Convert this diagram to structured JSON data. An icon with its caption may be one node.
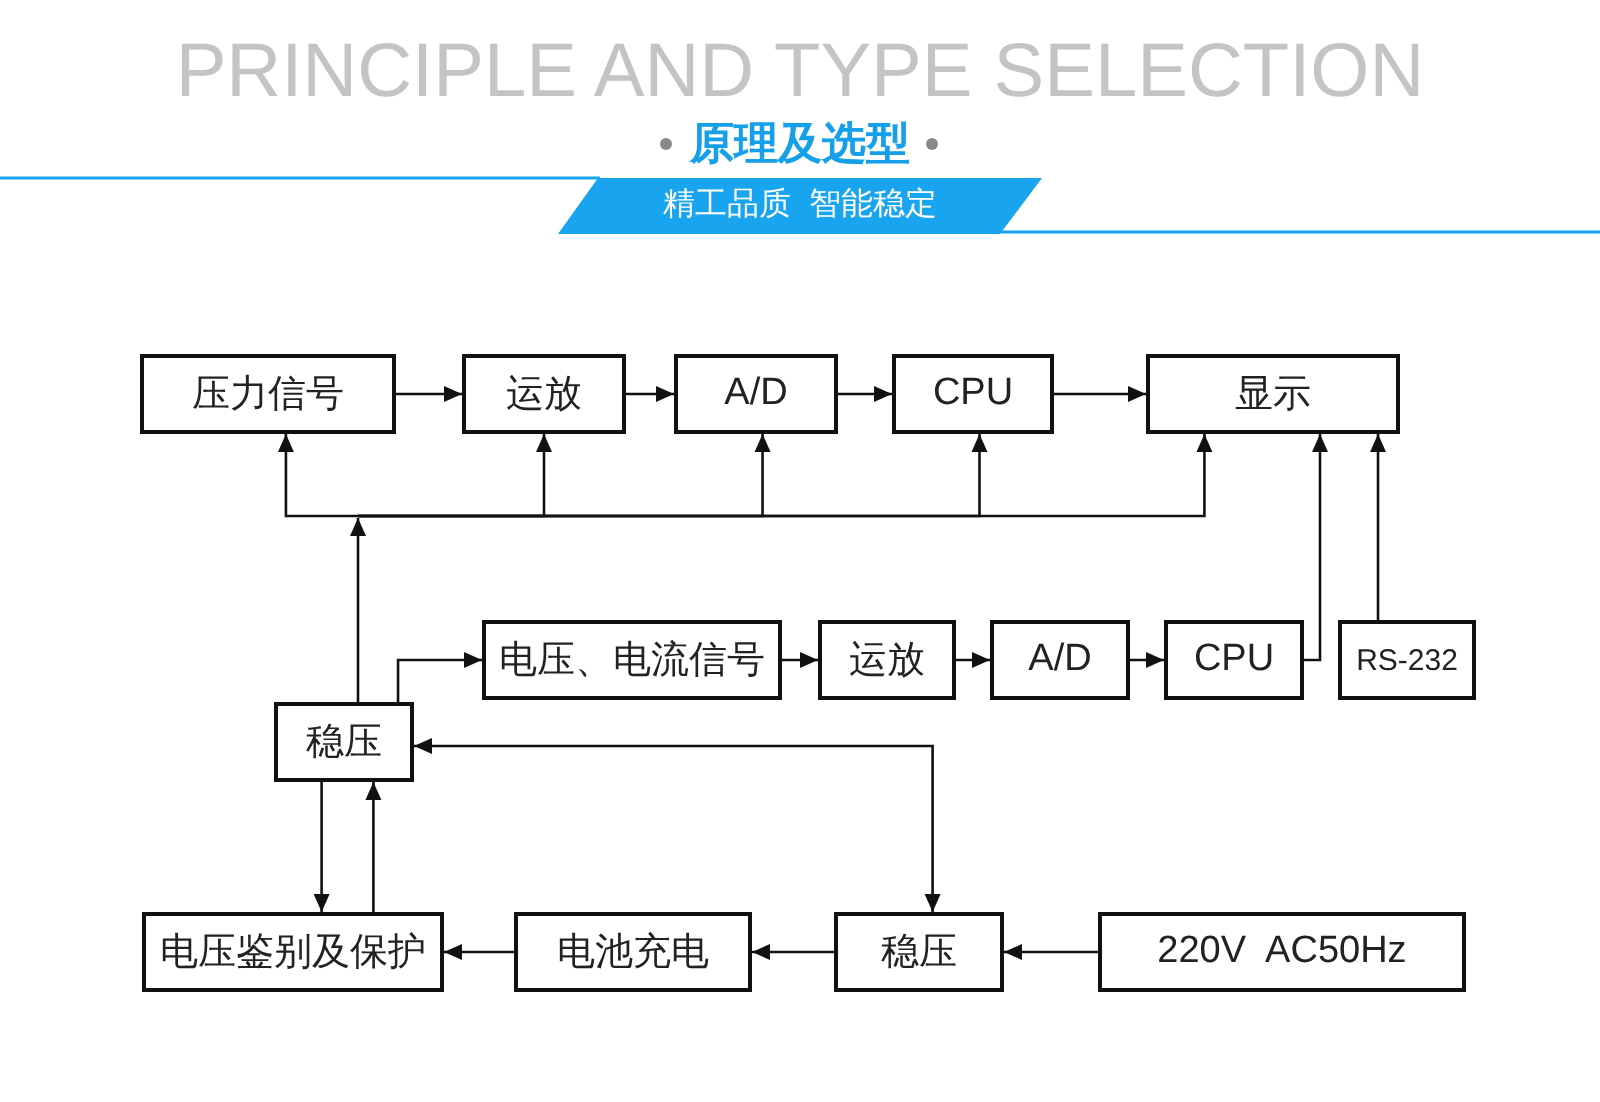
{
  "diagram": {
    "title": "PRINCIPLE AND TYPE SELECTION",
    "nodes": [
      {
        "text": [
          "压力信号"
        ]
      },
      {
        "text": [
          "运放"
        ]
      },
      {
        "text": [
          "A/D"
        ]
      },
      {
        "text": [
          "CPU"
        ]
      },
      {
        "text": [
          "显示"
        ]
      },
      {
        "text": [
          "电压、电流信号"
        ]
      },
      {
        "text": [
          "运放"
        ]
      },
      {
        "text": [
          "A/D"
        ]
      },
      {
        "text": [
          "CPU"
        ]
      },
      {
        "text": [
          "RS-232"
        ]
      },
      {
        "text": [
          "稳压"
        ]
      },
      {
        "text": [
          "电压鉴别及保护"
        ]
      },
      {
        "text": [
          "电池充电"
        ]
      },
      {
        "text": [
          "稳压"
        ]
      },
      {
        "text": [
          "220V  AC50Hz"
        ]
      }
    ],
    "edges": [
      {
        "from": 0,
        "to": 1,
        "arrow": "to"
      },
      {
        "from": 1,
        "to": 2,
        "arrow": "to"
      },
      {
        "from": 2,
        "to": 3,
        "arrow": "to"
      },
      {
        "from": 3,
        "to": 4,
        "arrow": "to"
      },
      {
        "from": 10,
        "to": 0,
        "arrow": "to"
      },
      {
        "from": 10,
        "to": 1,
        "arrow": "to"
      },
      {
        "from": 10,
        "to": 2,
        "arrow": "to"
      },
      {
        "from": 10,
        "to": 3,
        "arrow": "to"
      },
      {
        "from": 10,
        "to": 4,
        "arrow": "to"
      },
      {
        "from": 10,
        "to": 5,
        "arrow": "to"
      },
      {
        "from": 5,
        "to": 6,
        "arrow": "to"
      },
      {
        "from": 6,
        "to": 7,
        "arrow": "to"
      },
      {
        "from": 7,
        "to": 8,
        "arrow": "to"
      },
      {
        "from": 8,
        "to": 4,
        "arrow": "to"
      },
      {
        "from": 9,
        "to": 4,
        "arrow": "to"
      },
      {
        "from": 13,
        "to": 10,
        "arrow": "both"
      },
      {
        "from": 10,
        "to": 11,
        "arrow": "to"
      },
      {
        "from": 11,
        "to": 10,
        "arrow": "to"
      },
      {
        "from": 14,
        "to": 13,
        "arrow": "to"
      },
      {
        "from": 13,
        "to": 12,
        "arrow": "to"
      },
      {
        "from": 12,
        "to": 11,
        "arrow": "to"
      }
    ],
    "labels": [
      "原理及选型",
      "精工品质  智能稳定"
    ]
  }
}
